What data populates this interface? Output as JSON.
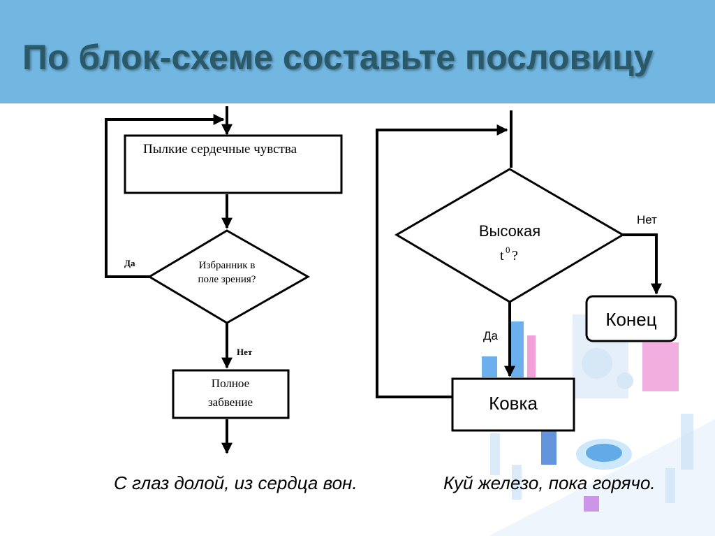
{
  "slide": {
    "title": "По блок-схеме составьте пословицу"
  },
  "flowchart_left": {
    "process_top": "Пылкие сердечные чувства",
    "decision_line1": "Избранник в",
    "decision_line2": "поле зрения?",
    "yes_label": "Да",
    "no_label": "Нет",
    "end_box_line1": "Полное",
    "end_box_line2": "забвение"
  },
  "flowchart_right": {
    "decision_line1": "Высокая",
    "decision_line2": "t",
    "decision_superscript": "0",
    "decision_suffix": "?",
    "no_label": "Нет",
    "yes_label": "Да",
    "end_box": "Конец",
    "process_box": "Ковка"
  },
  "proverbs": {
    "left": "С глаз долой, из сердца вон.",
    "right": "Куй железо, пока горячо."
  },
  "colors": {
    "header_bg": "#72b7e2",
    "title_text": "#2a5a6a",
    "line": "#000000",
    "deco_blue": "#2f8fe0",
    "deco_pink": "#e94ab5"
  }
}
